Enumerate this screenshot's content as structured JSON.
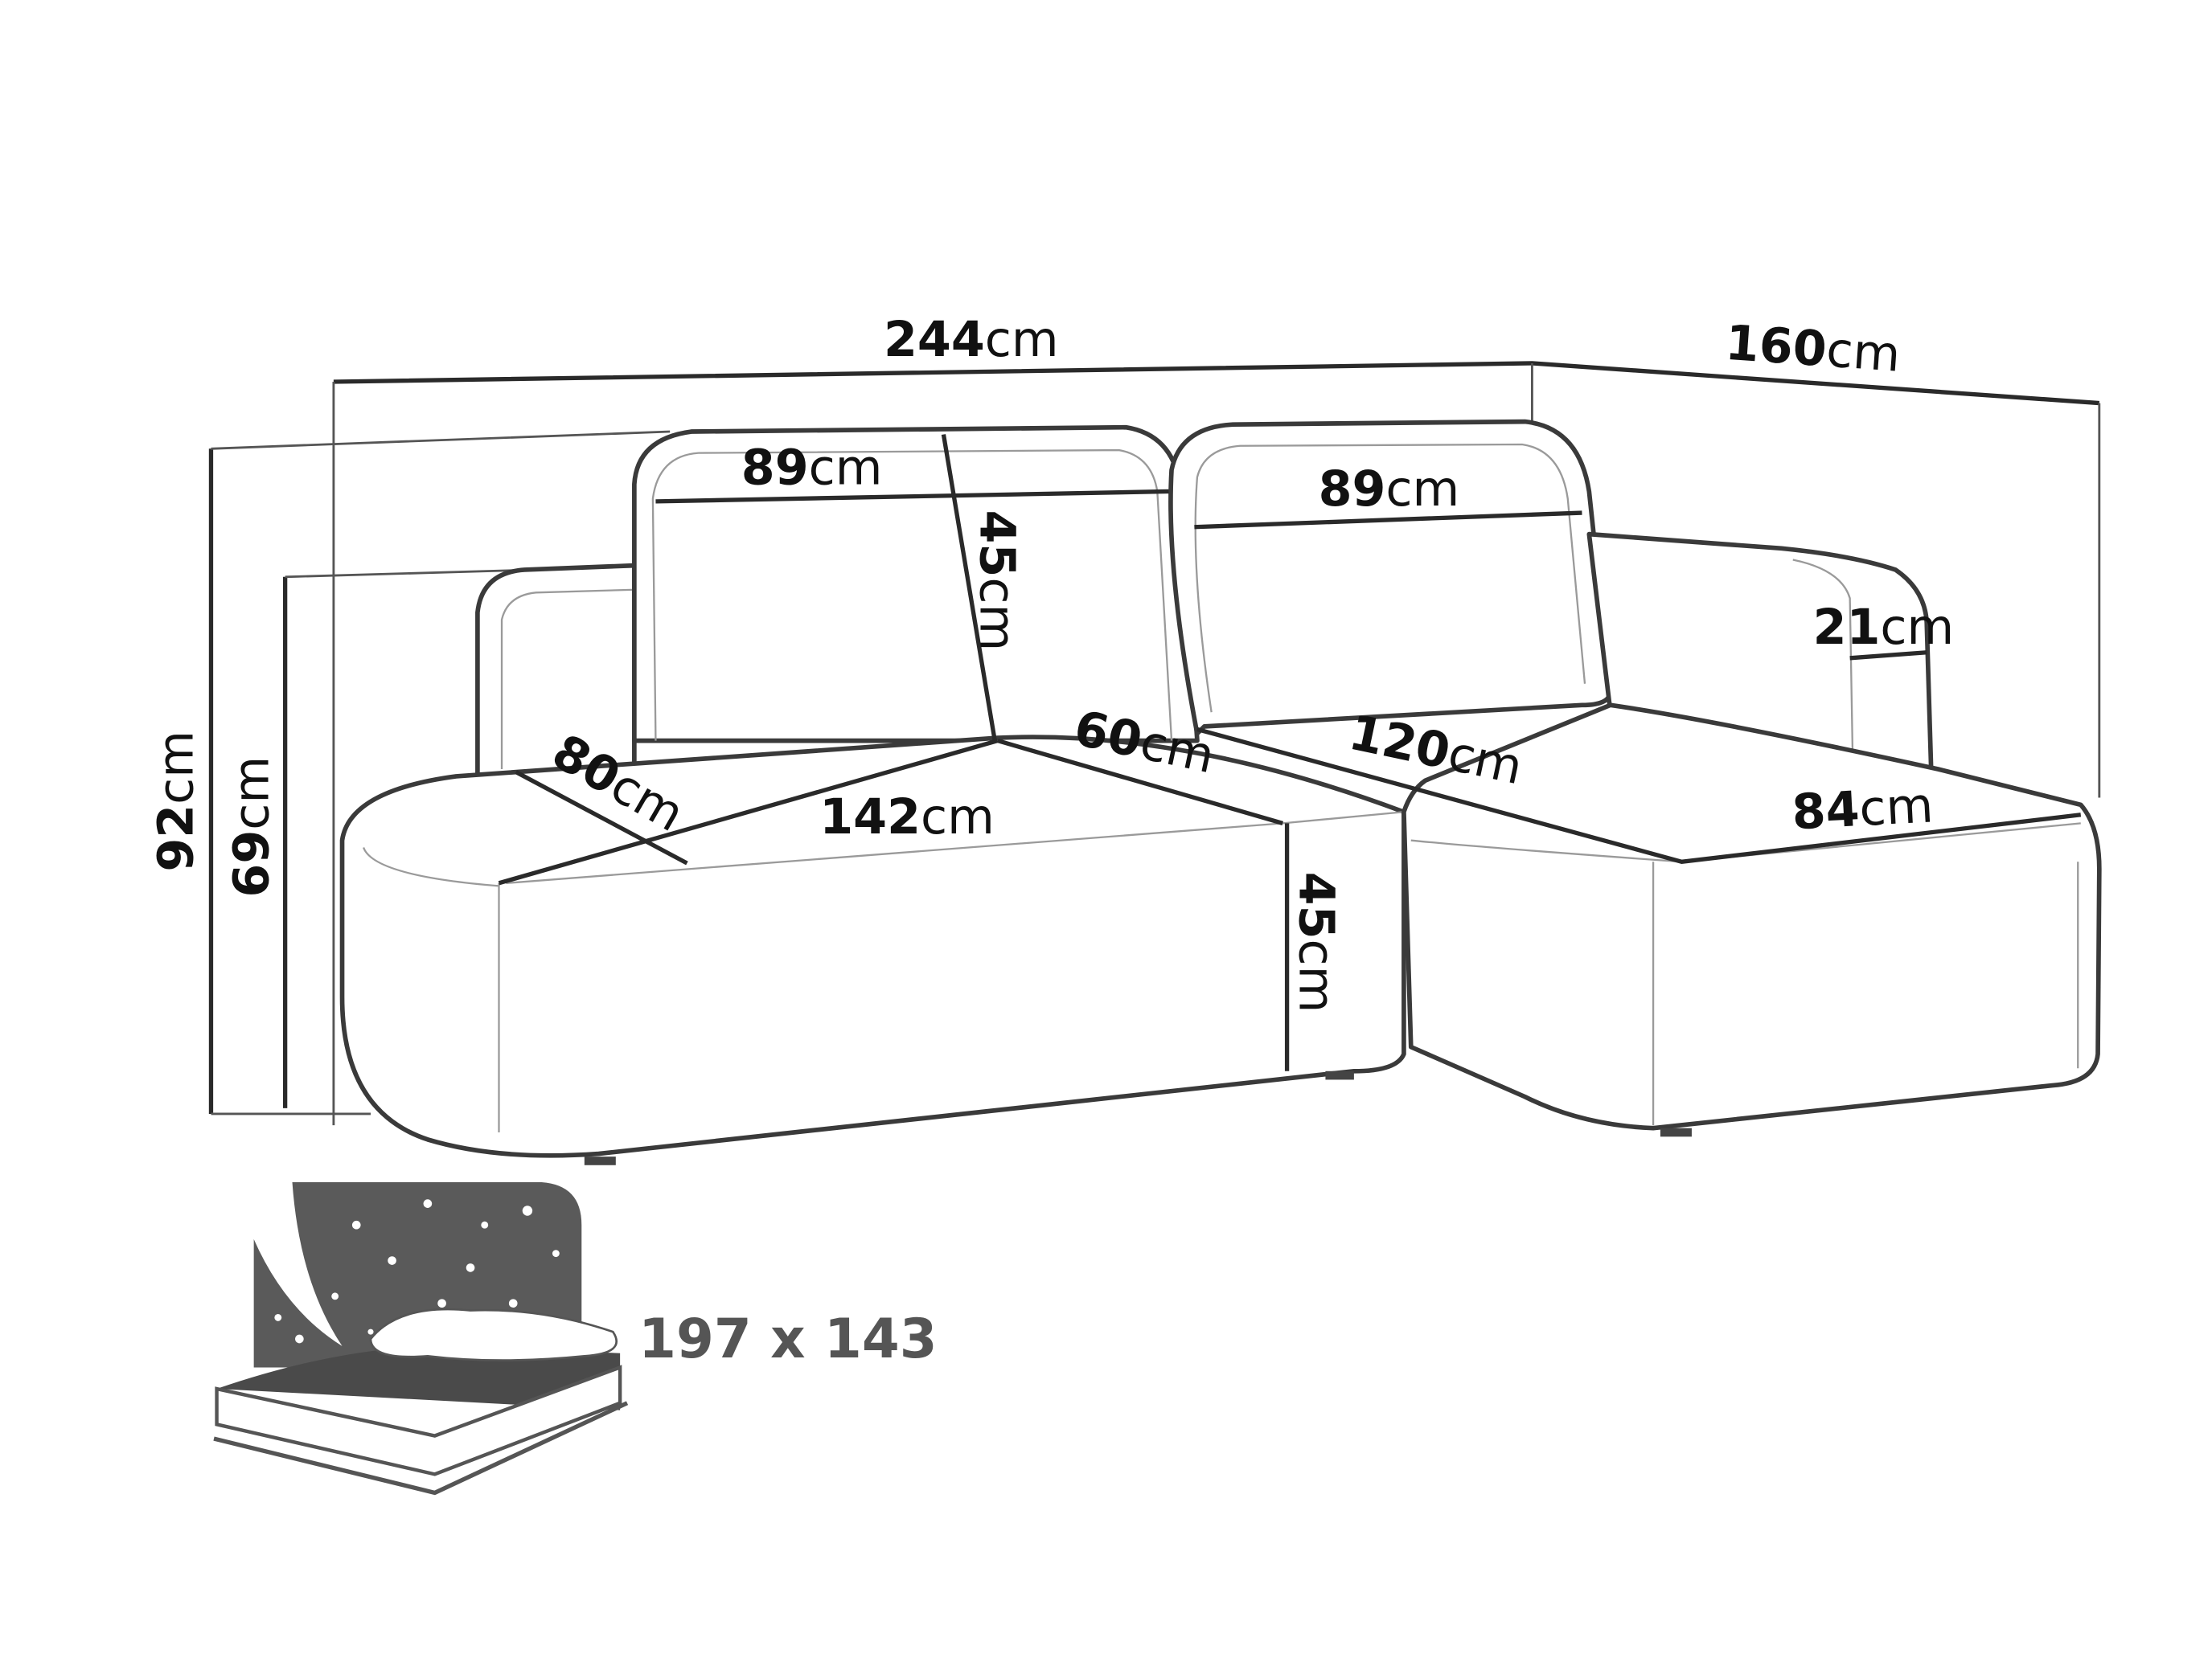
{
  "dimensions": {
    "total_width": {
      "value": "244",
      "unit": "cm"
    },
    "chaise_depth": {
      "value": "160",
      "unit": "cm"
    },
    "total_height": {
      "value": "92",
      "unit": "cm"
    },
    "armrest_height": {
      "value": "69",
      "unit": "cm"
    },
    "cushion_left_width": {
      "value": "89",
      "unit": "cm"
    },
    "cushion_height": {
      "value": "45",
      "unit": "cm"
    },
    "cushion_right_width": {
      "value": "89",
      "unit": "cm"
    },
    "armrest_width": {
      "value": "21",
      "unit": "cm"
    },
    "seat_depth": {
      "value": "80",
      "unit": "cm"
    },
    "seat_width": {
      "value": "142",
      "unit": "cm"
    },
    "corner_width": {
      "value": "60",
      "unit": "cm"
    },
    "chaise_length": {
      "value": "120",
      "unit": "cm"
    },
    "chaise_width": {
      "value": "84",
      "unit": "cm"
    },
    "seat_height": {
      "value": "45",
      "unit": "cm"
    }
  },
  "bed": {
    "size": "197 x 143"
  },
  "colors": {
    "outline": "#3a3a3a",
    "icon_gray": "#5a5a5a"
  }
}
